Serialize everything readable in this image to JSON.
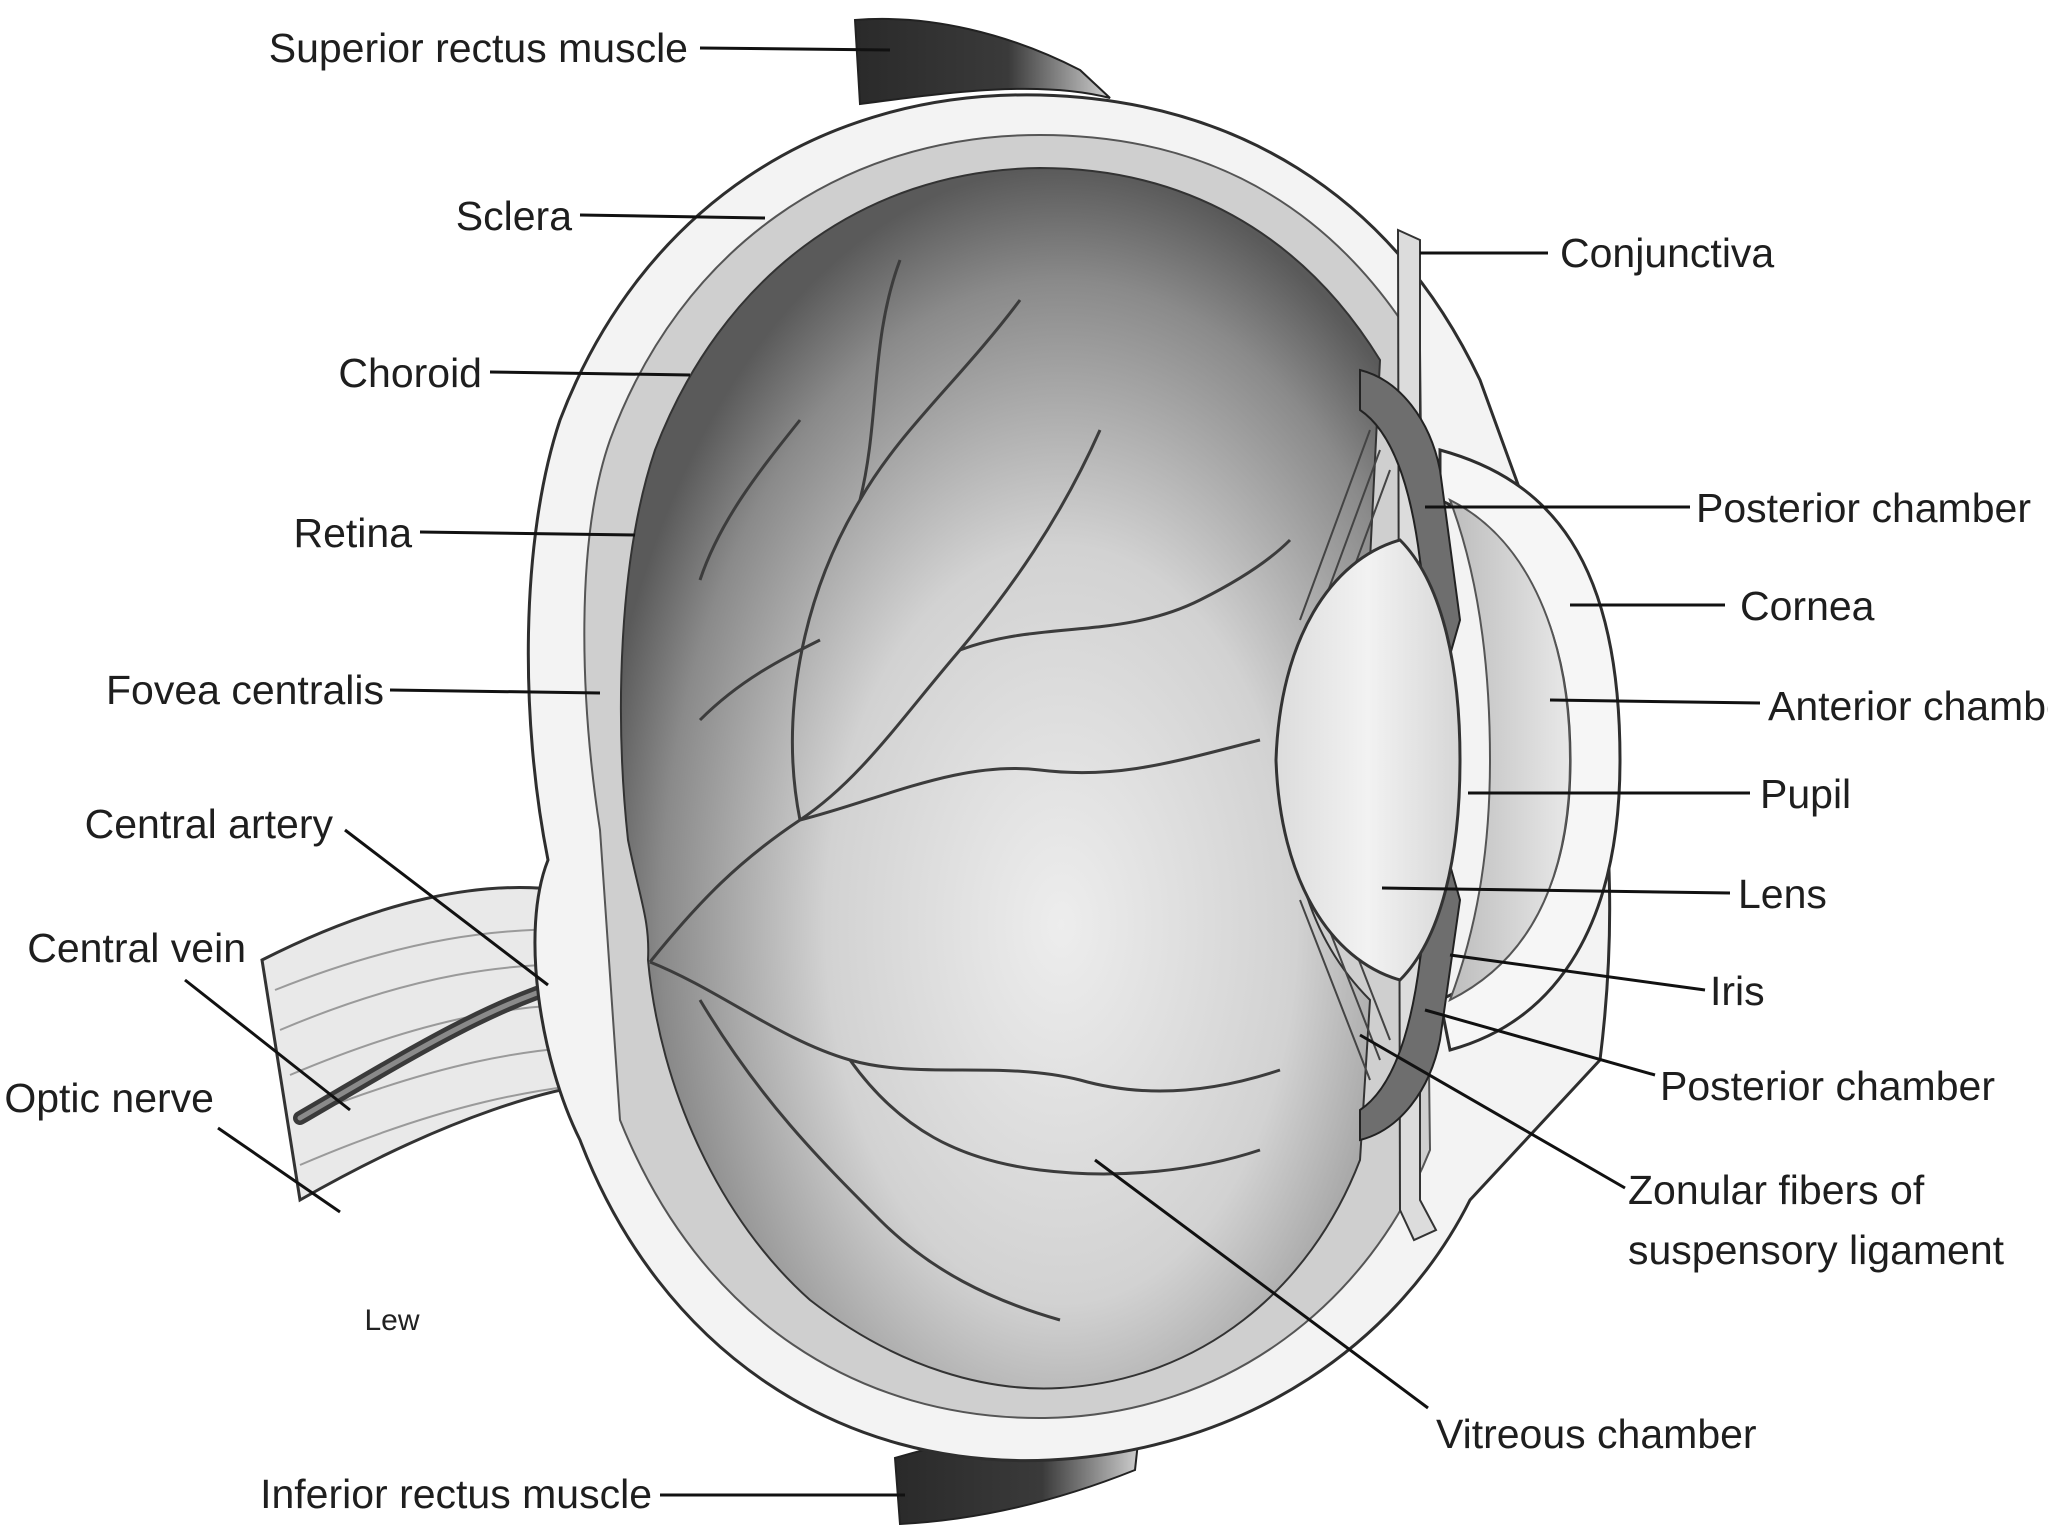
{
  "labels": {
    "superior_rectus": "Superior rectus muscle",
    "sclera": "Sclera",
    "choroid": "Choroid",
    "retina": "Retina",
    "fovea": "Fovea centralis",
    "central_artery": "Central artery",
    "central_vein": "Central vein",
    "optic_nerve": "Optic nerve",
    "inferior_rectus": "Inferior rectus muscle",
    "conjunctiva": "Conjunctiva",
    "posterior_chamber_upper": "Posterior chamber",
    "cornea": "Cornea",
    "anterior_chamber": "Anterior chamber",
    "pupil": "Pupil",
    "lens": "Lens",
    "iris": "Iris",
    "posterior_chamber_lower": "Posterior chamber",
    "zonular_line1": "Zonular fibers of",
    "zonular_line2": "suspensory ligament",
    "vitreous": "Vitreous chamber"
  },
  "signature": "Lew",
  "colors": {
    "background": "#ffffff",
    "sclera_fill": "#f3f3f3",
    "interior_dark": "#4a4a4a",
    "interior_light": "#e6e6e6",
    "line": "#111111"
  }
}
